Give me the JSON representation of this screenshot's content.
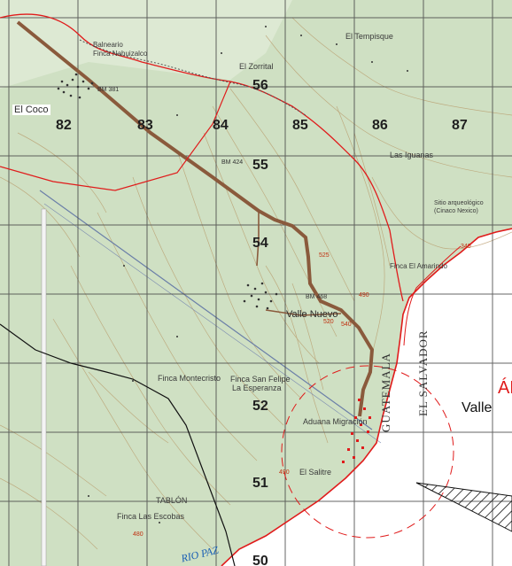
{
  "map": {
    "colors": {
      "terrain": "#cfe0c3",
      "contour": "#b89a6a",
      "grid": "#4a4a4a",
      "road": "#8a5a3c",
      "border": "#e01b1b",
      "water": "#ffffff",
      "black_line": "#111111"
    },
    "grid_numbers": {
      "c82": "82",
      "c83": "83",
      "c84": "84",
      "c85": "85",
      "c86": "86",
      "c87": "87",
      "r56": "56",
      "r55": "55",
      "r54": "54",
      "r52": "52",
      "r51": "51",
      "r50": "50"
    },
    "places": {
      "el_coco": "El Coco",
      "el_zorrital": "El Zorrital",
      "el_tempisque": "El Tempisque",
      "las_iguanas": "Las Iguanas",
      "valle_nuevo": "Valle Nuevo",
      "finca_montecristo": "Finca Montecristo",
      "finca_san_felipe": "Finca San Felipe",
      "la_esperanza": "La Esperanza",
      "aduana_migracion": "Aduana Migración",
      "el_salitre": "El Salitre",
      "finca_las_escobas": "Finca Las Escobas",
      "tablon": "TABLÓN",
      "finca_el_amarindo": "Finca El Amarindo",
      "sitio_arqueologico": "Sitio arqueológico",
      "cinaco_nexico": "(Cinaco Nexico)",
      "balneario": "Balneario",
      "finca_nahuizalco": "Finca Nahuizalco"
    },
    "country_labels": {
      "guatemala": "GUATEMALA",
      "el_salvador": "EL SALVADOR"
    },
    "river": "RIO PAZ",
    "area_label": {
      "title": "ÁR",
      "subtitle": "Valle"
    },
    "elevations": [
      "BM 381",
      "BM 424",
      "525",
      "BM 468",
      "340",
      "490",
      "520",
      "540",
      "490",
      "480"
    ]
  }
}
